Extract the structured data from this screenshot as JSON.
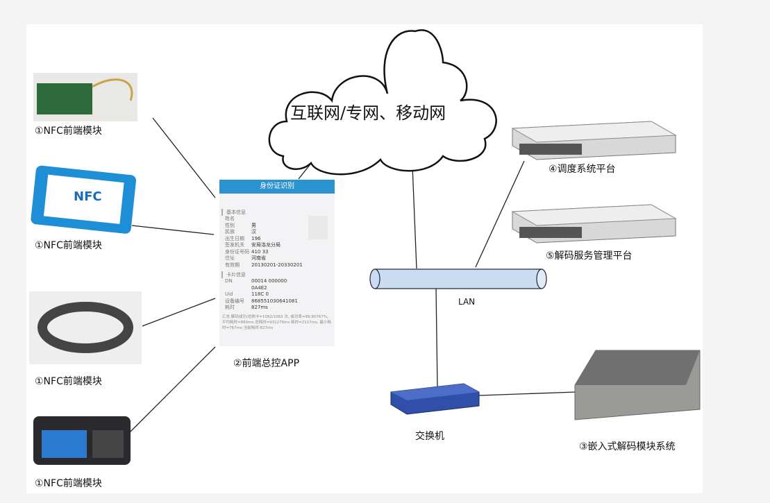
{
  "cloud_label": "互联网/专网、移动网",
  "nfc_modules": [
    "①NFC前端模块",
    "①NFC前端模块",
    "①NFC前端模块",
    "①NFC前端模块"
  ],
  "nfc_phone_text": "NFC",
  "app_label": "②前端总控APP",
  "app_screen": {
    "title": "身份证识别",
    "section1": "基本信息",
    "rows": [
      {
        "k": "姓名",
        "v": ""
      },
      {
        "k": "性别",
        "v": "男"
      },
      {
        "k": "民族",
        "v": "汉"
      },
      {
        "k": "出生日期",
        "v": "196"
      },
      {
        "k": "签发机关",
        "v": "安局洛龙分局"
      },
      {
        "k": "身份证号码",
        "v": "410 33"
      },
      {
        "k": "住址",
        "v": "河南省"
      },
      {
        "k": "有效期",
        "v": "20130201-20330201"
      }
    ],
    "section2": "卡片信息",
    "rows2": [
      {
        "k": "DN",
        "v": "00014 000000"
      },
      {
        "k": "",
        "v": "0A4E2"
      },
      {
        "k": "Uid",
        "v": "118C 0"
      },
      {
        "k": "设备编号",
        "v": "868551030641081"
      },
      {
        "k": "耗时",
        "v": "827ms"
      }
    ],
    "footer": "汇总:解码成功/总刷卡=1082/1083 次, 成功率=99.90767%, 平均耗时=860ms 总耗时=931276ms 耗时=2117ms, 最小耗时=767ms 当前耗时:827ms"
  },
  "server4_label": "④调度系统平台",
  "server5_label": "⑤解码服务管理平台",
  "lan_label": "LAN",
  "switch_label": "交换机",
  "embedded_label": "③嵌入式解码模块系统",
  "colors": {
    "app_header": "#2b93d0",
    "lan": "#c9dcf2",
    "switch": "#2f4fa8"
  }
}
